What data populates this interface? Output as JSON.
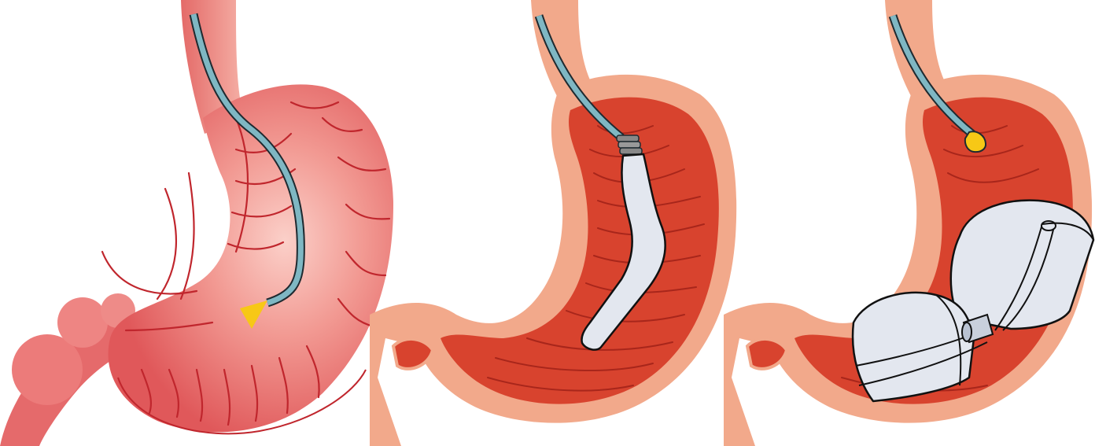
{
  "figure": {
    "panels": [
      {
        "id": "exterior",
        "icon": "stomach-exterior-icon",
        "device": "endoscope-with-yellow-tip"
      },
      {
        "id": "interior-sleeve",
        "icon": "stomach-interior-icon",
        "device": "endoscope-with-elongated-balloon"
      },
      {
        "id": "interior-balloon",
        "icon": "stomach-interior-icon",
        "device": "endoscope-with-inflated-balloon"
      }
    ],
    "colors": {
      "stomach_outer": "#ec6f6e",
      "stomach_highlight": "#fbc3bd",
      "vessel": "#c0262d",
      "mucosa": "#d8432e",
      "mucosa_rim": "#f2a98b",
      "tube": "#7fb7c3",
      "tube_outline": "#1f2a30",
      "tip_yellow": "#f7c816",
      "balloon": "#e3e7ef",
      "balloon_outline": "#111111"
    }
  }
}
